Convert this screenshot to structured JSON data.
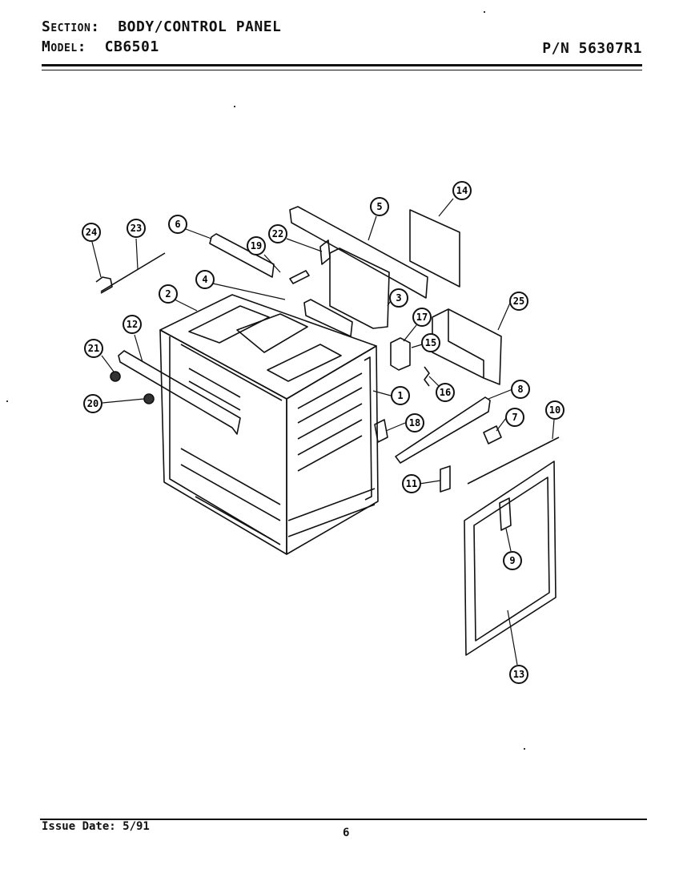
{
  "header": {
    "section_label": "Section:",
    "section_value": "BODY/CONTROL PANEL",
    "model_label": "Model:",
    "model_value": "CB6501",
    "part_number": "P/N 56307R1"
  },
  "callouts": [
    "1",
    "2",
    "3",
    "4",
    "5",
    "6",
    "7",
    "8",
    "9",
    "10",
    "11",
    "12",
    "13",
    "14",
    "15",
    "16",
    "17",
    "18",
    "19",
    "20",
    "21",
    "22",
    "23",
    "24",
    "25"
  ],
  "footer": {
    "issue_date": "Issue Date: 5/91",
    "page_number": "6"
  }
}
